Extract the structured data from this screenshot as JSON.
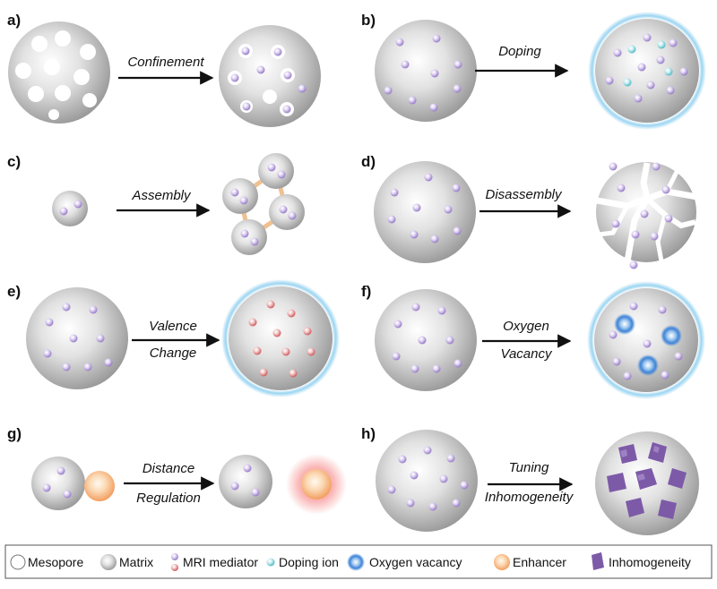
{
  "panels": [
    {
      "id": "a",
      "label": "a)",
      "arrow_text": [
        "Confinement"
      ]
    },
    {
      "id": "b",
      "label": "b)",
      "arrow_text": [
        "Doping"
      ]
    },
    {
      "id": "c",
      "label": "c)",
      "arrow_text": [
        "Assembly"
      ]
    },
    {
      "id": "d",
      "label": "d)",
      "arrow_text": [
        "Disassembly"
      ]
    },
    {
      "id": "e",
      "label": "e)",
      "arrow_text": [
        "Valence",
        "Change"
      ]
    },
    {
      "id": "f",
      "label": "f)",
      "arrow_text": [
        "Oxygen",
        "Vacancy"
      ]
    },
    {
      "id": "g",
      "label": "g)",
      "arrow_text": [
        "Distance",
        "Regulation"
      ]
    },
    {
      "id": "h",
      "label": "h)",
      "arrow_text": [
        "Tuning",
        "Inhomogeneity"
      ]
    }
  ],
  "legend": [
    {
      "key": "mesopore",
      "label": "Mesopore"
    },
    {
      "key": "matrix",
      "label": "Matrix"
    },
    {
      "key": "mri_mediator",
      "label": "MRI mediator"
    },
    {
      "key": "doping_ion",
      "label": "Doping ion"
    },
    {
      "key": "oxygen_vacancy",
      "label": "Oxygen vacancy"
    },
    {
      "key": "enhancer",
      "label": "Enhancer"
    },
    {
      "key": "inhomogeneity",
      "label": "Inhomogeneity"
    }
  ],
  "colors": {
    "mediator": "#8c6fc1",
    "doping_ion": "#5bc6cf",
    "changed_mediator": "#d86464",
    "vacancy": "#4b8fdc",
    "enhancer": "#f5ad74",
    "inhomogeneity": "#7d5aa8",
    "halo": "#8fd0f0",
    "bond": "#f0c090"
  }
}
